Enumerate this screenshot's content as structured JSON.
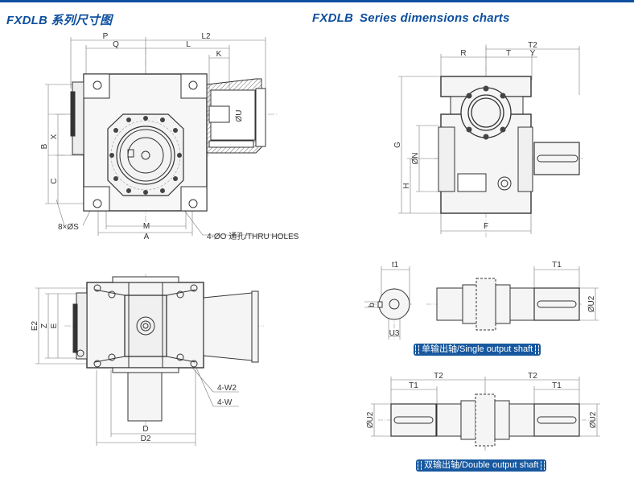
{
  "header": {
    "title_cn": "FXDLB 系列尺寸图",
    "title_en_model": "FXDLB",
    "title_en_text": "Series dimensions charts",
    "accent_color": "#0d4f9e"
  },
  "front_view": {
    "dims": {
      "P": "P",
      "Q": "Q",
      "L2": "L2",
      "L": "L",
      "K": "K",
      "U": "ØU",
      "B": "B",
      "X": "X",
      "C": "C",
      "M": "M",
      "A": "A"
    },
    "callout_s": "8×ØS",
    "callout_o": "4-ØO 通孔/THRU HOLES"
  },
  "top_view": {
    "dims": {
      "E2": "E2",
      "Z": "Z",
      "E": "E",
      "D": "D",
      "D2": "D2"
    },
    "callout_w2": "4-W2",
    "callout_w": "4-W"
  },
  "side_view": {
    "dims": {
      "R": "R",
      "T": "T",
      "Y": "Y",
      "T2": "T2",
      "G": "G",
      "N": "ØN",
      "H": "H",
      "F": "F"
    }
  },
  "single_shaft": {
    "dims": {
      "t1": "t1",
      "b": "b",
      "U3": "U3",
      "T1": "T1",
      "U2": "ØU2"
    },
    "label": "单输出轴/Single output shaft"
  },
  "double_shaft": {
    "dims": {
      "T2a": "T2",
      "T2b": "T2",
      "T1a": "T1",
      "T1b": "T1",
      "U2a": "ØU2",
      "U2b": "ØU2"
    },
    "label": "双输出轴/Double output shaft"
  }
}
